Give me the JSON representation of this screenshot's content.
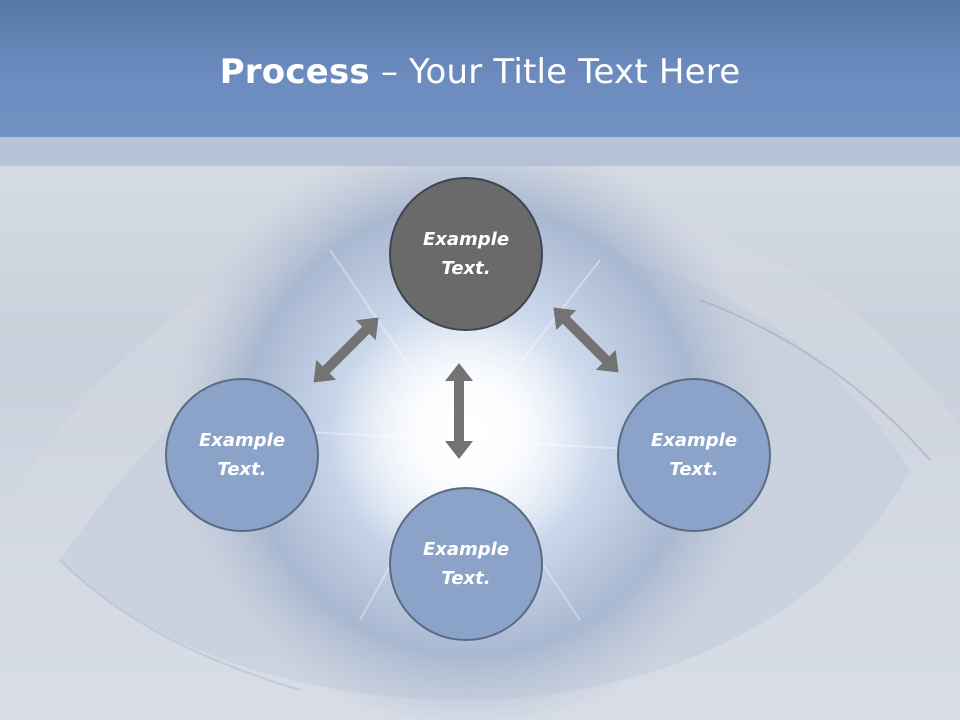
{
  "title": {
    "bold": "Process",
    "rest": " – Your Title Text Here"
  },
  "nodes": {
    "top": "Example Text.",
    "left": "Example Text.",
    "bottom": "Example Text.",
    "right": "Example Text."
  },
  "colors": {
    "header": "#6c8cbf",
    "top_node": "#6a6a6a",
    "other_nodes": "#8ba3c9",
    "arrows": "#737373"
  }
}
